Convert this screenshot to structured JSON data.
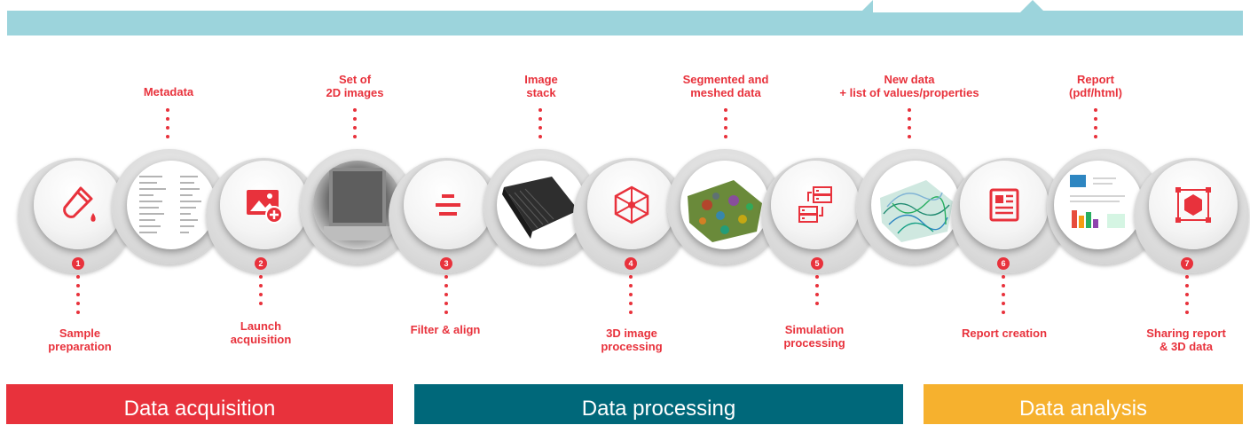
{
  "colors": {
    "red": "#e8323c",
    "teal": "#00687a",
    "yellow": "#f6b12e",
    "lightblue": "#9cd4dc"
  },
  "top_labels": [
    {
      "text": "Metadata"
    },
    {
      "text": "Set of\n2D images"
    },
    {
      "text": "Image\nstack"
    },
    {
      "text": "Segmented and\nmeshed data"
    },
    {
      "text": "New data\n+ list of values/properties"
    },
    {
      "text": "Report\n(pdf/html)"
    }
  ],
  "steps": [
    {
      "number": "1",
      "label": "Sample\npreparation",
      "icon": "test-tube-icon"
    },
    {
      "number": "2",
      "label": "Launch\nacquisition",
      "icon": "image-add-icon"
    },
    {
      "number": "3",
      "label": "Filter & align",
      "icon": "align-icon"
    },
    {
      "number": "4",
      "label": "3D image\nprocessing",
      "icon": "network-cube-icon"
    },
    {
      "number": "5",
      "label": "Simulation\nprocessing",
      "icon": "servers-icon"
    },
    {
      "number": "6",
      "label": "Report creation",
      "icon": "newspaper-icon"
    },
    {
      "number": "7",
      "label": "Sharing report\n& 3D data",
      "icon": "hexagon-frame-icon"
    }
  ],
  "phases": [
    {
      "label": "Data acquisition"
    },
    {
      "label": "Data processing"
    },
    {
      "label": "Data analysis"
    }
  ]
}
